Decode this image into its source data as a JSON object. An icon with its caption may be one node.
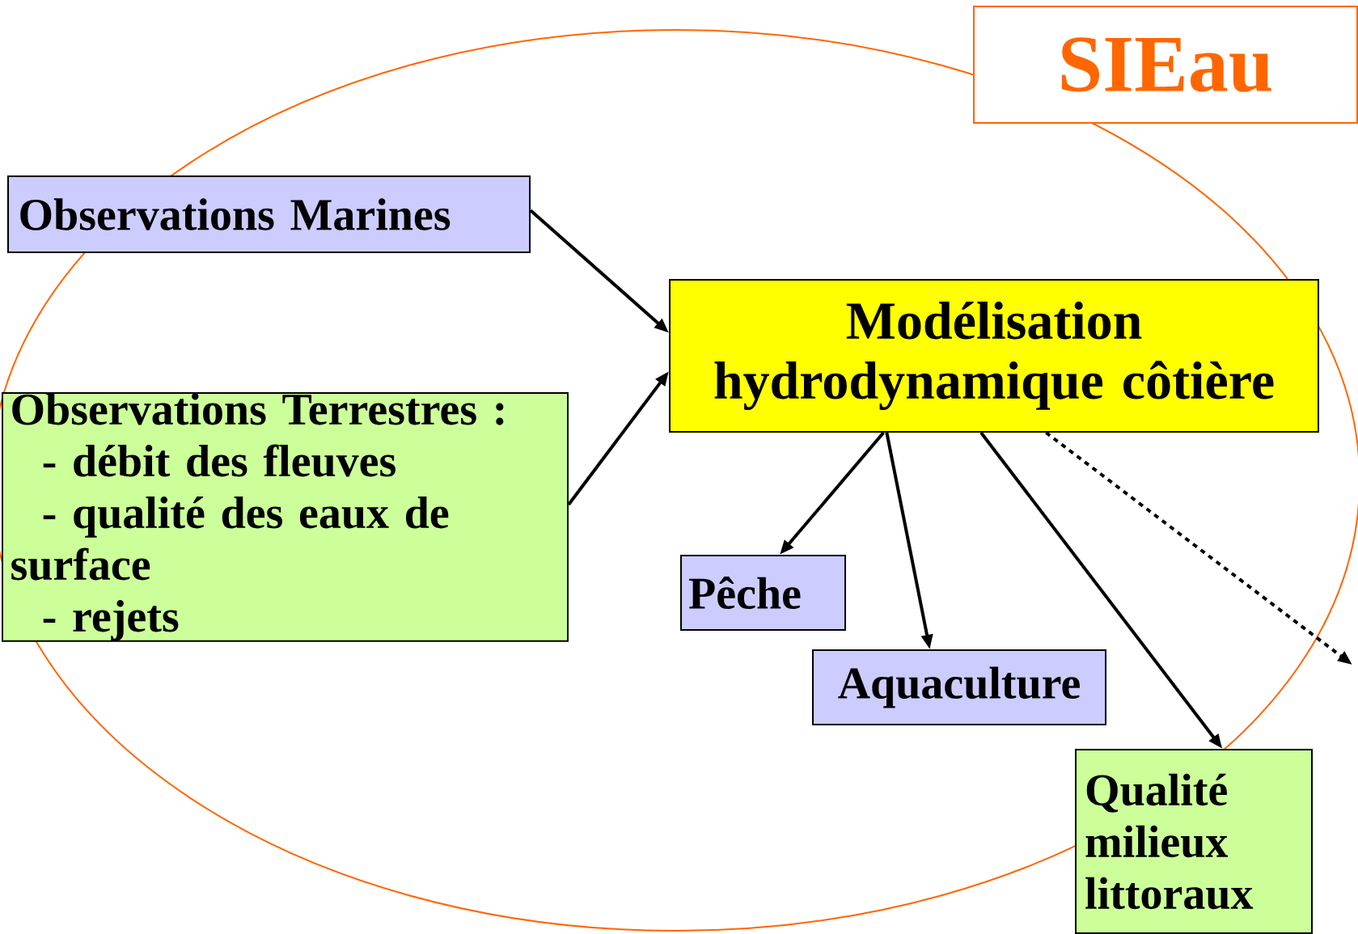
{
  "diagram": {
    "nodes": [
      {
        "text": [
          "SIEau"
        ]
      },
      {
        "text": [
          "Observations Marines"
        ]
      },
      {
        "text": [
          "Observations Terrestres :",
          "- débit des fleuves",
          "- qualité des eaux de surface",
          "- rejets"
        ]
      },
      {
        "text": [
          "Modélisation hydrodynamique côtière"
        ]
      },
      {
        "text": [
          "Pêche"
        ]
      },
      {
        "text": [
          "Aquaculture"
        ]
      },
      {
        "text": [
          "Qualité milieux littoraux"
        ]
      }
    ],
    "edges": [
      {
        "from": 1,
        "to": 3,
        "arrow": "to"
      },
      {
        "from": 2,
        "to": 3,
        "arrow": "to"
      },
      {
        "from": 3,
        "to": 4,
        "arrow": "to"
      },
      {
        "from": 3,
        "to": 5,
        "arrow": "to"
      },
      {
        "from": 3,
        "to": 6,
        "arrow": "to"
      },
      {
        "from": 3,
        "to": null,
        "arrow": "to",
        "style": "dashed"
      }
    ]
  }
}
